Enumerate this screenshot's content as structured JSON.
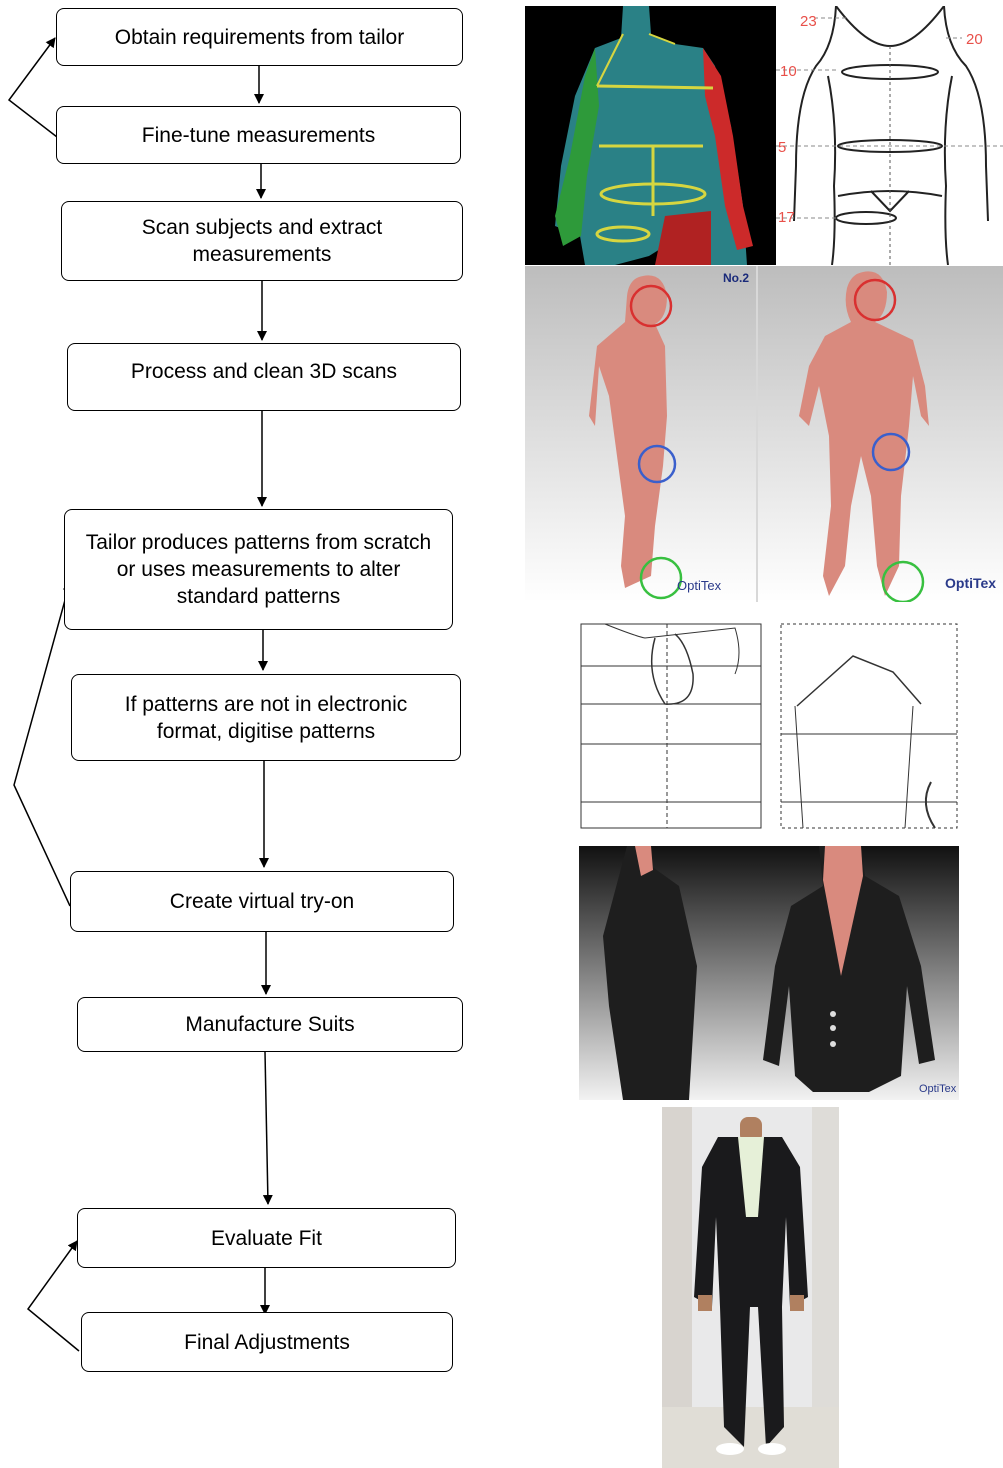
{
  "flow": {
    "steps": [
      "Obtain requirements from tailor",
      "Fine-tune measurements",
      "Scan subjects and extract measurements",
      "Process and clean 3D scans",
      "Tailor produces patterns from scratch or uses measurements to alter standard patterns",
      "If patterns are not in electronic format, digitise patterns",
      "Create virtual try-on",
      "Manufacture Suits",
      "Evaluate Fit",
      "Final Adjustments"
    ]
  },
  "images": {
    "body_chart_labels": [
      "23",
      "20",
      "10",
      "5",
      "17"
    ],
    "scan_label": "No.2",
    "brand": "OptiTex",
    "colors": {
      "scan_bg": "#000000",
      "scan_torso": "#3ea6a6",
      "scan_right_arm": "#cc2a2a",
      "scan_left_arm": "#2e9a3a",
      "skin": "#d98a7e",
      "jacket": "#1e1e1e",
      "chart_marks": "#e8504a"
    }
  }
}
